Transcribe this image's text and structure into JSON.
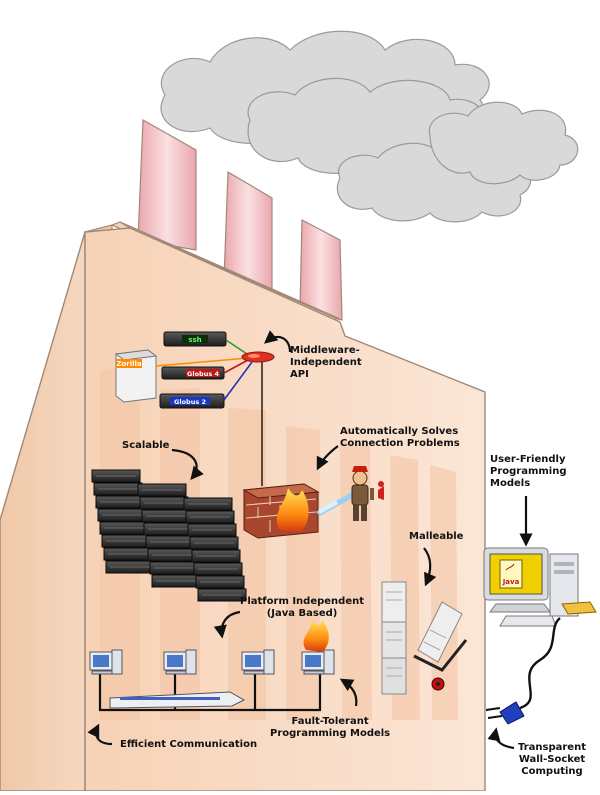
{
  "labels": {
    "middleware": [
      "Middleware-",
      "Independent",
      "API"
    ],
    "connection": [
      "Automatically Solves",
      "Connection Problems"
    ],
    "scalable": "Scalable",
    "user_friendly": [
      "User-Friendly",
      "Programming",
      "Models"
    ],
    "malleable": "Malleable",
    "platform": [
      "Platform Independent",
      "(Java Based)"
    ],
    "fault_tolerant": [
      "Fault-Tolerant",
      "Programming Models"
    ],
    "efficient": "Efficient Communication",
    "wall_socket": [
      "Transparent",
      "Wall-Socket",
      "Computing"
    ]
  },
  "server_labels": {
    "ssh": "ssh",
    "zorilla": "Zorilla",
    "globus4": "Globus 4",
    "globus2": "Globus 2"
  },
  "java_label": "Java",
  "colors": {
    "factory_wall": "#f8dcc4",
    "factory_outline": "#a08878",
    "chimney": "#f4c4c8",
    "smoke": "#d6d6d6",
    "brick": "#a8472e",
    "cable_orange": "#ff8a00",
    "cable_blue": "#2030c0",
    "cable_green": "#2a9a2a",
    "api_red": "#e03020"
  }
}
